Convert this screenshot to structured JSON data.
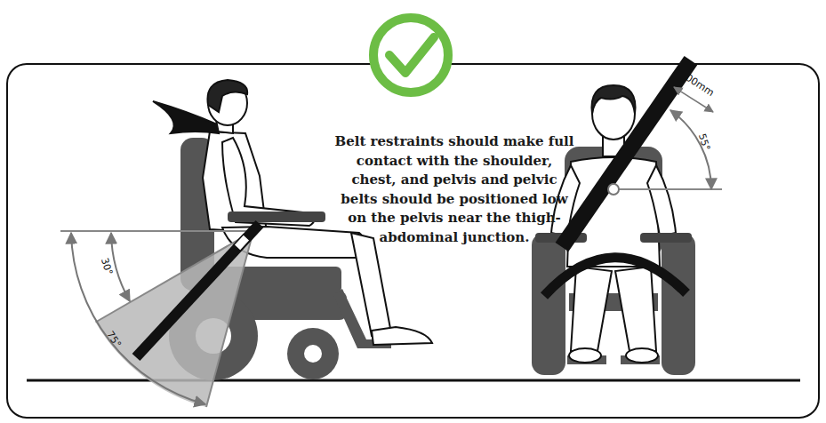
{
  "diagram": {
    "labels": [
      "Belt restraints should make full contact with the shoulder, chest, and pelvis and pelvic belts should be positioned low on the pelvis near the thigh-abdominal junction.",
      "30°",
      "75°",
      "100mm",
      "55°"
    ]
  }
}
